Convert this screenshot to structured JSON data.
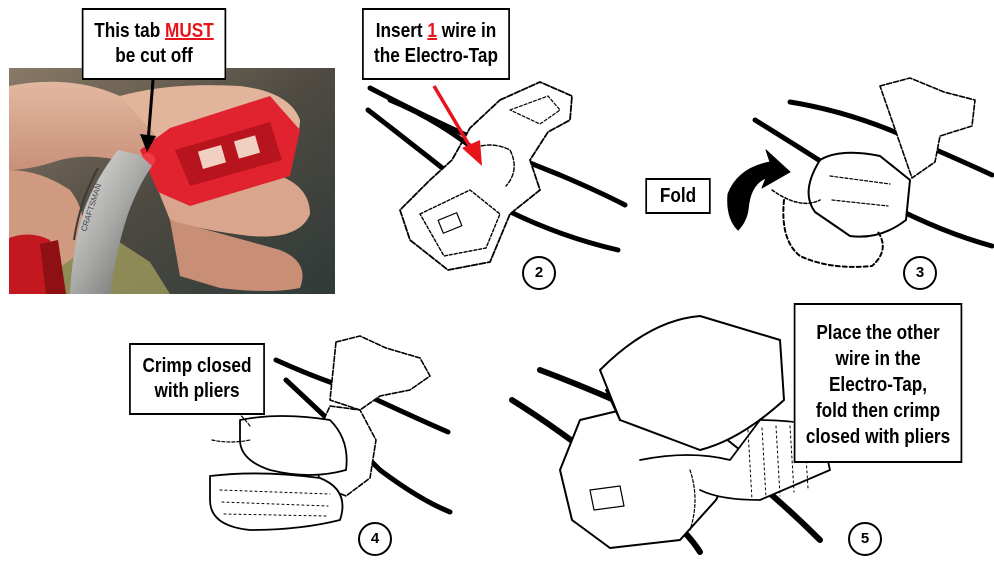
{
  "photo": {
    "label_line1_prefix": "This tab ",
    "label_line1_emphasis": "MUST",
    "label_line2": "be cut off",
    "tool_brand_text": "CRAFTSMAN"
  },
  "step2": {
    "label_line1_prefix": "Insert ",
    "label_line1_emphasis": "1",
    "label_line1_suffix": " wire in",
    "label_line2": "the Electro-Tap",
    "number": "2"
  },
  "step3": {
    "label": "Fold",
    "number": "3"
  },
  "step4": {
    "label_line1": "Crimp closed",
    "label_line2": "with pliers",
    "number": "4"
  },
  "step5": {
    "label_lines": [
      "Place the other",
      "wire in the",
      "Electro-Tap,",
      "fold then crimp",
      "closed with pliers"
    ],
    "number": "5"
  },
  "colors": {
    "accent_red": "#e8141b",
    "connector_red": "#e0232e",
    "ink": "#000000"
  }
}
